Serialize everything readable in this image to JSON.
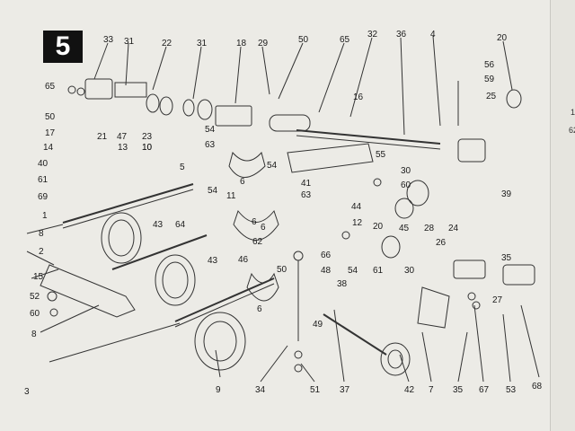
{
  "figure": {
    "number": "5"
  },
  "edge_text": [
    "1",
    "62"
  ],
  "callouts": [
    "33",
    "31",
    "22",
    "31",
    "18",
    "29",
    "50",
    "65",
    "32",
    "36",
    "4",
    "20",
    "65",
    "50",
    "17",
    "21",
    "47",
    "23",
    "10",
    "16",
    "56",
    "59",
    "25",
    "14",
    "40",
    "61",
    "69",
    "1",
    "8",
    "2",
    "15",
    "52",
    "60",
    "8",
    "3",
    "13",
    "10",
    "5",
    "6",
    "54",
    "63",
    "54",
    "6",
    "11",
    "54",
    "43",
    "64",
    "41",
    "63",
    "44",
    "6",
    "62",
    "12",
    "43",
    "46",
    "66",
    "48",
    "54",
    "61",
    "55",
    "30",
    "60",
    "20",
    "45",
    "28",
    "24",
    "26",
    "30",
    "35",
    "39",
    "50",
    "38",
    "6",
    "49",
    "27",
    "9",
    "34",
    "51",
    "37",
    "42",
    "7",
    "35",
    "67",
    "53",
    "68"
  ]
}
